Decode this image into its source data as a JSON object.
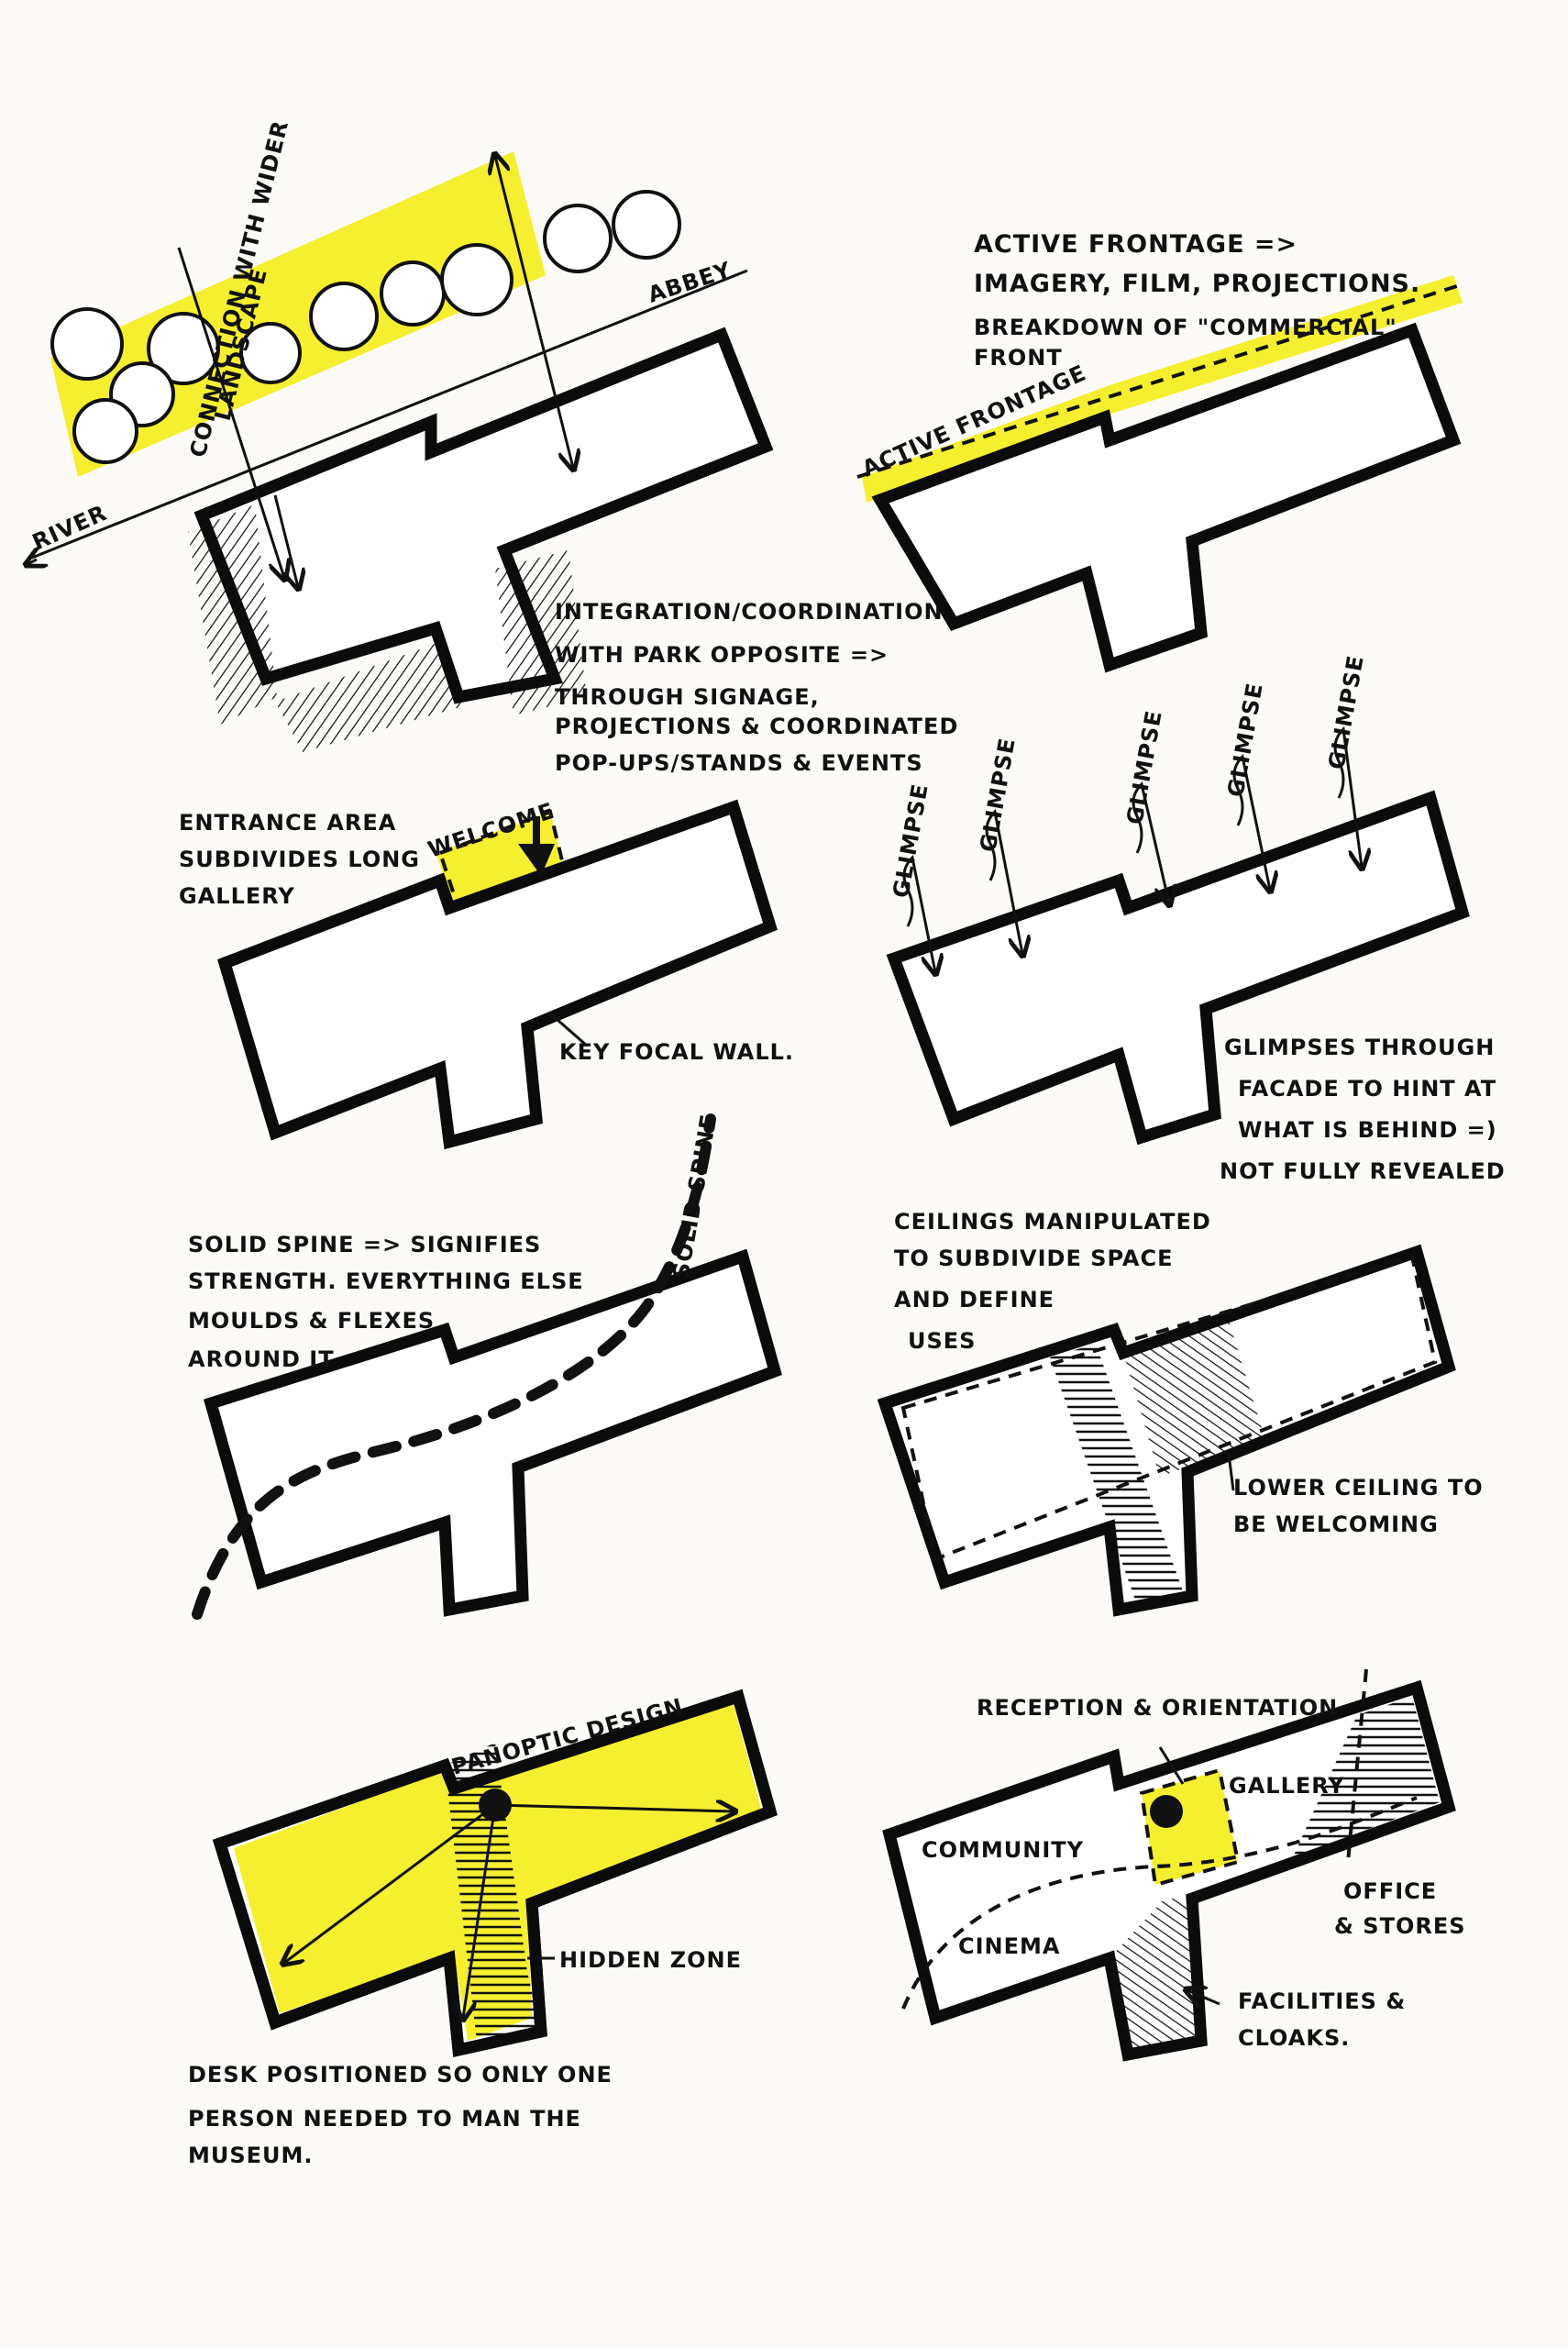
{
  "panels": {
    "p1": {
      "river": "RIVER",
      "abbey": "ABBEY",
      "connection": "CONNECTION WITH WIDER",
      "landscape": "LANDSCAPE",
      "note": [
        "INTEGRATION/COORDINATION",
        "WITH PARK OPPOSITE =>",
        "THROUGH SIGNAGE,",
        "PROJECTIONS & COORDINATED",
        "POP-UPS/STANDS & EVENTS"
      ]
    },
    "p2": {
      "note": [
        "ACTIVE FRONTAGE =>",
        "IMAGERY, FILM, PROJECTIONS.",
        "BREAKDOWN OF \"COMMERCIAL\"",
        "FRONT"
      ],
      "frontage": "ACTIVE FRONTAGE"
    },
    "p3": {
      "note": [
        "ENTRANCE AREA",
        "SUBDIVIDES LONG",
        "GALLERY"
      ],
      "welcome": "WELCOME",
      "focal": "KEY FOCAL WALL."
    },
    "p4": {
      "glimpse": "GLIMPSE",
      "note": [
        "GLIMPSES THROUGH",
        "FACADE TO HINT AT",
        "WHAT IS BEHIND =)",
        "NOT FULLY REVEALED"
      ]
    },
    "p5": {
      "note": [
        "SOLID SPINE => SIGNIFIES",
        "STRENGTH. EVERYTHING ELSE",
        "MOULDS & FLEXES",
        "AROUND IT"
      ],
      "spine": "SOLID SPINE"
    },
    "p6": {
      "note": [
        "CEILINGS MANIPULATED",
        "TO SUBDIVIDE SPACE",
        "AND DEFINE",
        "USES"
      ],
      "lower": [
        "LOWER CEILING TO",
        "BE WELCOMING"
      ]
    },
    "p7": {
      "panoptic": "PANOPTIC DESIGN",
      "hidden": "HIDDEN ZONE",
      "note": [
        "DESK POSITIONED SO ONLY ONE",
        "PERSON NEEDED TO MAN THE",
        "MUSEUM."
      ]
    },
    "p8": {
      "reception": "RECEPTION & ORIENTATION",
      "gallery": "GALLERY",
      "community": "COMMUNITY",
      "office": [
        "OFFICE",
        "& STORES"
      ],
      "cinema": "CINEMA",
      "facilities": [
        "FACILITIES &",
        "CLOAKS."
      ]
    }
  },
  "colors": {
    "highlight": "#f4ee1e",
    "ink": "#0b0b0b",
    "paper": "#fbfaf7"
  }
}
